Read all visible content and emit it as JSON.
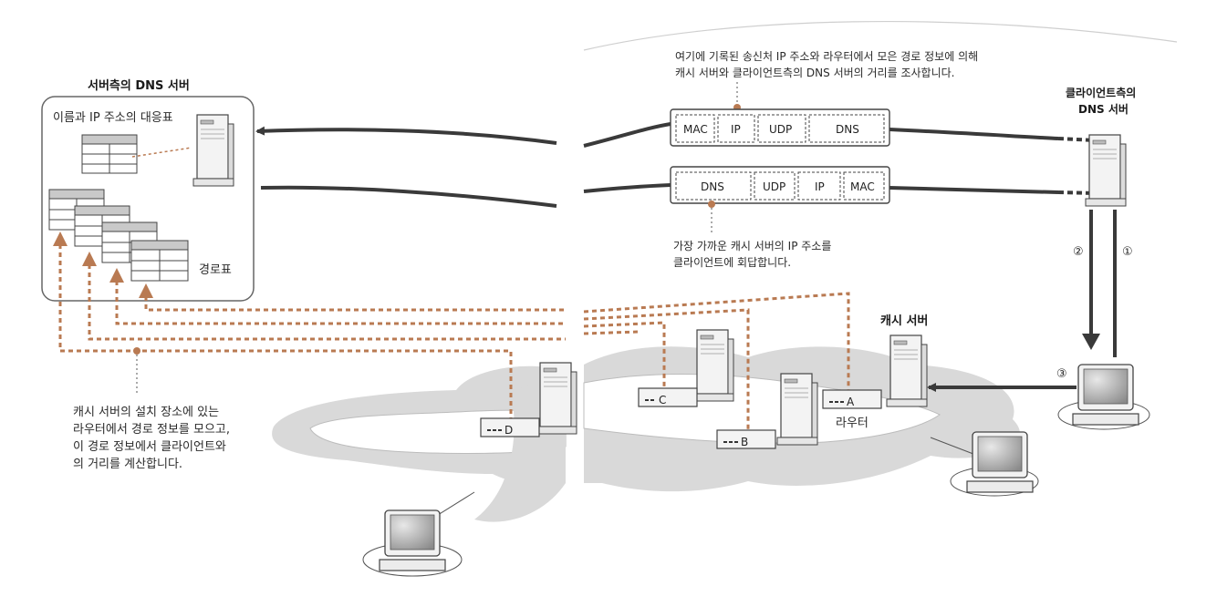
{
  "left_panel": {
    "title": "서버측의 DNS 서버",
    "mapping_table_label": "이름과 IP 주소의 대응표",
    "routing_table_label": "경로표",
    "note_lines": [
      "캐시 서버의 설치 장소에 있는",
      "라우터에서 경로 정보를 모으고,",
      "이 경로 정보에서 클라이언트와",
      "의 거리를 계산합니다."
    ],
    "routers": [
      "D"
    ]
  },
  "right_panel": {
    "top_note_lines": [
      "여기에 기록된 송신처 IP 주소와 라우터에서 모은 경로 정보에 의해",
      "캐시 서버와 클라이언트측의 DNS 서버의 거리를 조사합니다."
    ],
    "request_packet": [
      "MAC",
      "IP",
      "UDP",
      "DNS"
    ],
    "response_packet": [
      "DNS",
      "UDP",
      "IP",
      "MAC"
    ],
    "bottom_note_lines": [
      "가장 가까운 캐시 서버의 IP 주소를",
      "클라이언트에 회답합니다."
    ],
    "client_dns_label_lines": [
      "클라이언트측의",
      "DNS 서버"
    ],
    "cache_server_label": "캐시 서버",
    "router_label": "라우터",
    "routers": [
      "A",
      "B",
      "C"
    ],
    "steps": [
      "①",
      "②",
      "③"
    ]
  },
  "colors": {
    "dashed_route": "#b97a52",
    "cloud": "#d9d9d9",
    "arrow": "#3a3a3a",
    "server_body": "#f3f3f3"
  }
}
